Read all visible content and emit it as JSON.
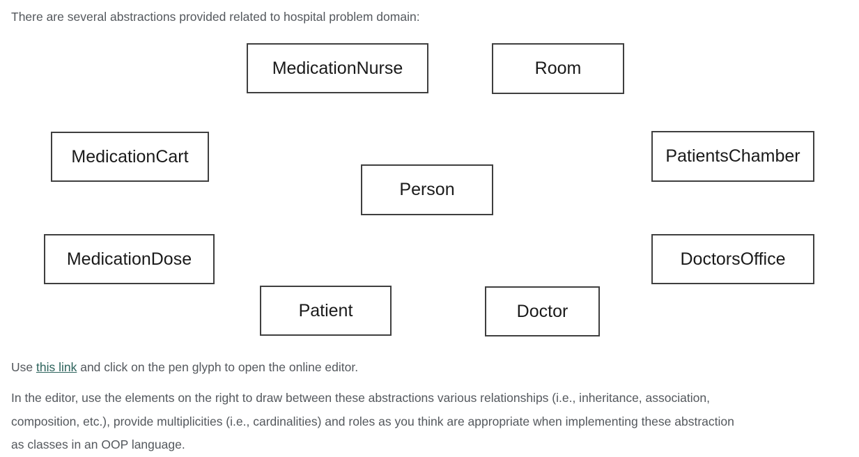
{
  "page": {
    "intro": "There are several abstractions provided related to hospital problem domain:"
  },
  "colors": {
    "body_text": "#54585d",
    "link": "#2d635c",
    "box_border": "#3f3f3f",
    "box_text": "#1a1a1a",
    "background": "#ffffff"
  },
  "diagram": {
    "boxes": [
      {
        "label": "MedicationNurse"
      },
      {
        "label": "Room"
      },
      {
        "label": "MedicationCart"
      },
      {
        "label": "PatientsChamber"
      },
      {
        "label": "Person"
      },
      {
        "label": "MedicationDose"
      },
      {
        "label": "DoctorsOffice"
      },
      {
        "label": "Patient"
      },
      {
        "label": "Doctor"
      }
    ]
  },
  "instructions": {
    "use_prefix": "Use ",
    "link_label": "this link",
    "use_suffix": " and click on the pen glyph to open the online editor.",
    "paragraph_lines": [
      "In the editor, use the elements on the right to draw between these abstractions various relationships (i.e., inheritance, association,",
      "composition, etc.), provide multiplicities (i.e., cardinalities) and roles as you think are appropriate when implementing these abstraction",
      "as classes in an OOP language."
    ]
  }
}
